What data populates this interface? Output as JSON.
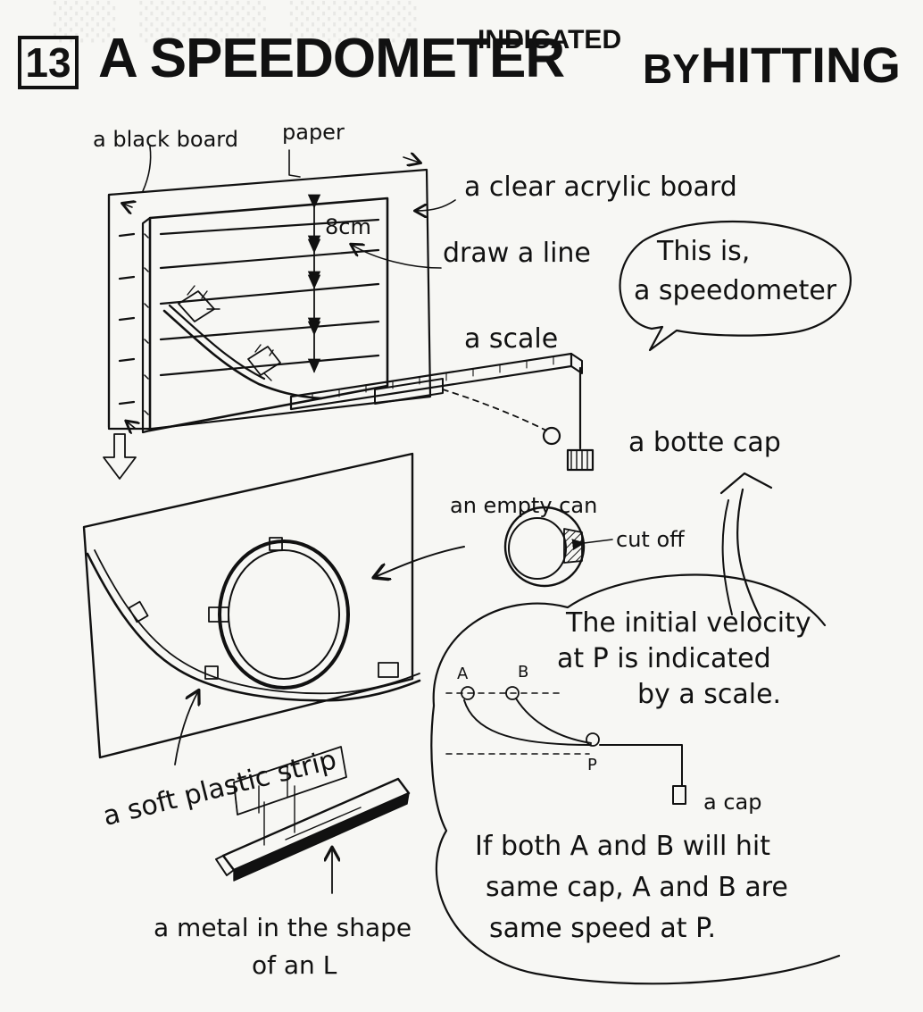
{
  "title": {
    "number": "13",
    "main": "A SPEEDOMETER",
    "indicated": "INDICATED",
    "by": "BY",
    "hitting": "HITTING"
  },
  "labels": {
    "black_board": "a black board",
    "paper": "paper",
    "acrylic": "a clear acrylic board",
    "distance": "8cm",
    "draw_line": "draw a line",
    "scale": "a scale",
    "bottle_cap": "a botte cap",
    "empty_can": "an empty can",
    "cut_off": "cut off",
    "plastic_strip": "a soft plastic strip",
    "metal_line1": "a metal in the shape",
    "metal_line2": "of an L",
    "cap": "a cap"
  },
  "bubble": {
    "line1": "This is,",
    "line2": "a speedometer"
  },
  "note": {
    "line1": "The initial velocity",
    "line2": "at P is indicated",
    "line3": "by a scale."
  },
  "points": {
    "a": "A",
    "b": "B",
    "p": "P"
  },
  "conclusion": {
    "line1": "If both A and B will hit",
    "line2": "same cap, A and B are",
    "line3": "same speed at P."
  }
}
